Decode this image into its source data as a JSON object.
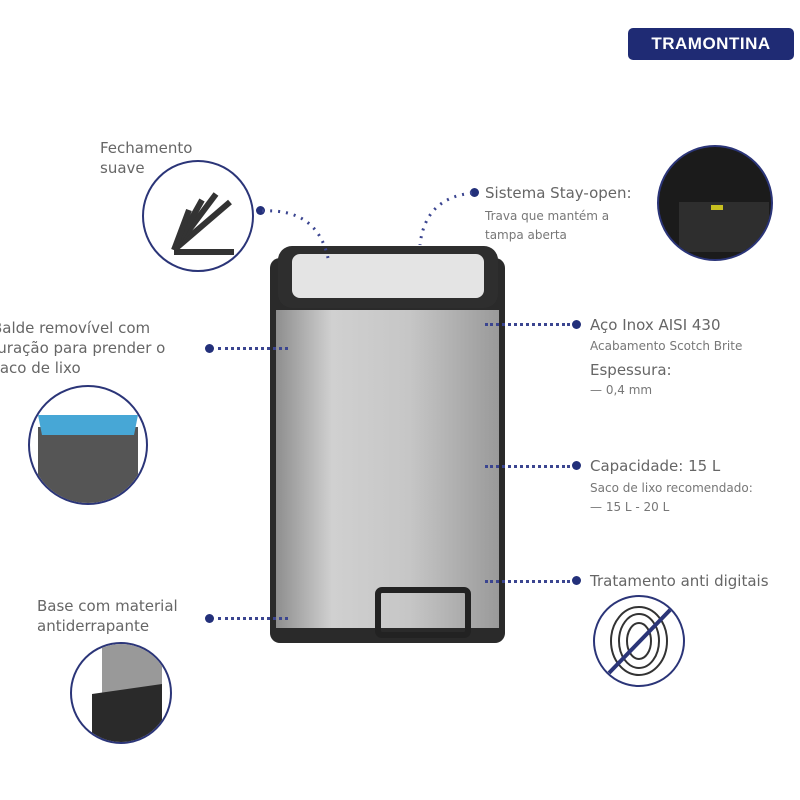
{
  "brand": "TRAMONTINA",
  "colors": {
    "brand": "#1f2b74",
    "accent": "#23307a"
  },
  "features": {
    "soft_close": {
      "title": [
        "Fechamento",
        "suave"
      ]
    },
    "stay_open": {
      "title": "Sistema Stay-open:",
      "desc": [
        "Trava que mantém a",
        "tampa aberta"
      ]
    },
    "bucket": {
      "title": [
        "Balde removível com",
        "furação para prender o",
        "saco de lixo"
      ]
    },
    "steel": {
      "title": "Aço Inox AISI 430",
      "finish": "Acabamento Scotch Brite",
      "thickness_label": "Espessura:",
      "thickness": "— 0,4 mm"
    },
    "capacity": {
      "title": "Capacidade: 15 L",
      "bag_label": "Saco de lixo recomendado:",
      "bag": "— 15 L - 20 L"
    },
    "antifinger": {
      "title": "Tratamento anti digitais"
    },
    "base": {
      "title": [
        "Base com material",
        "antiderrapante"
      ]
    }
  }
}
